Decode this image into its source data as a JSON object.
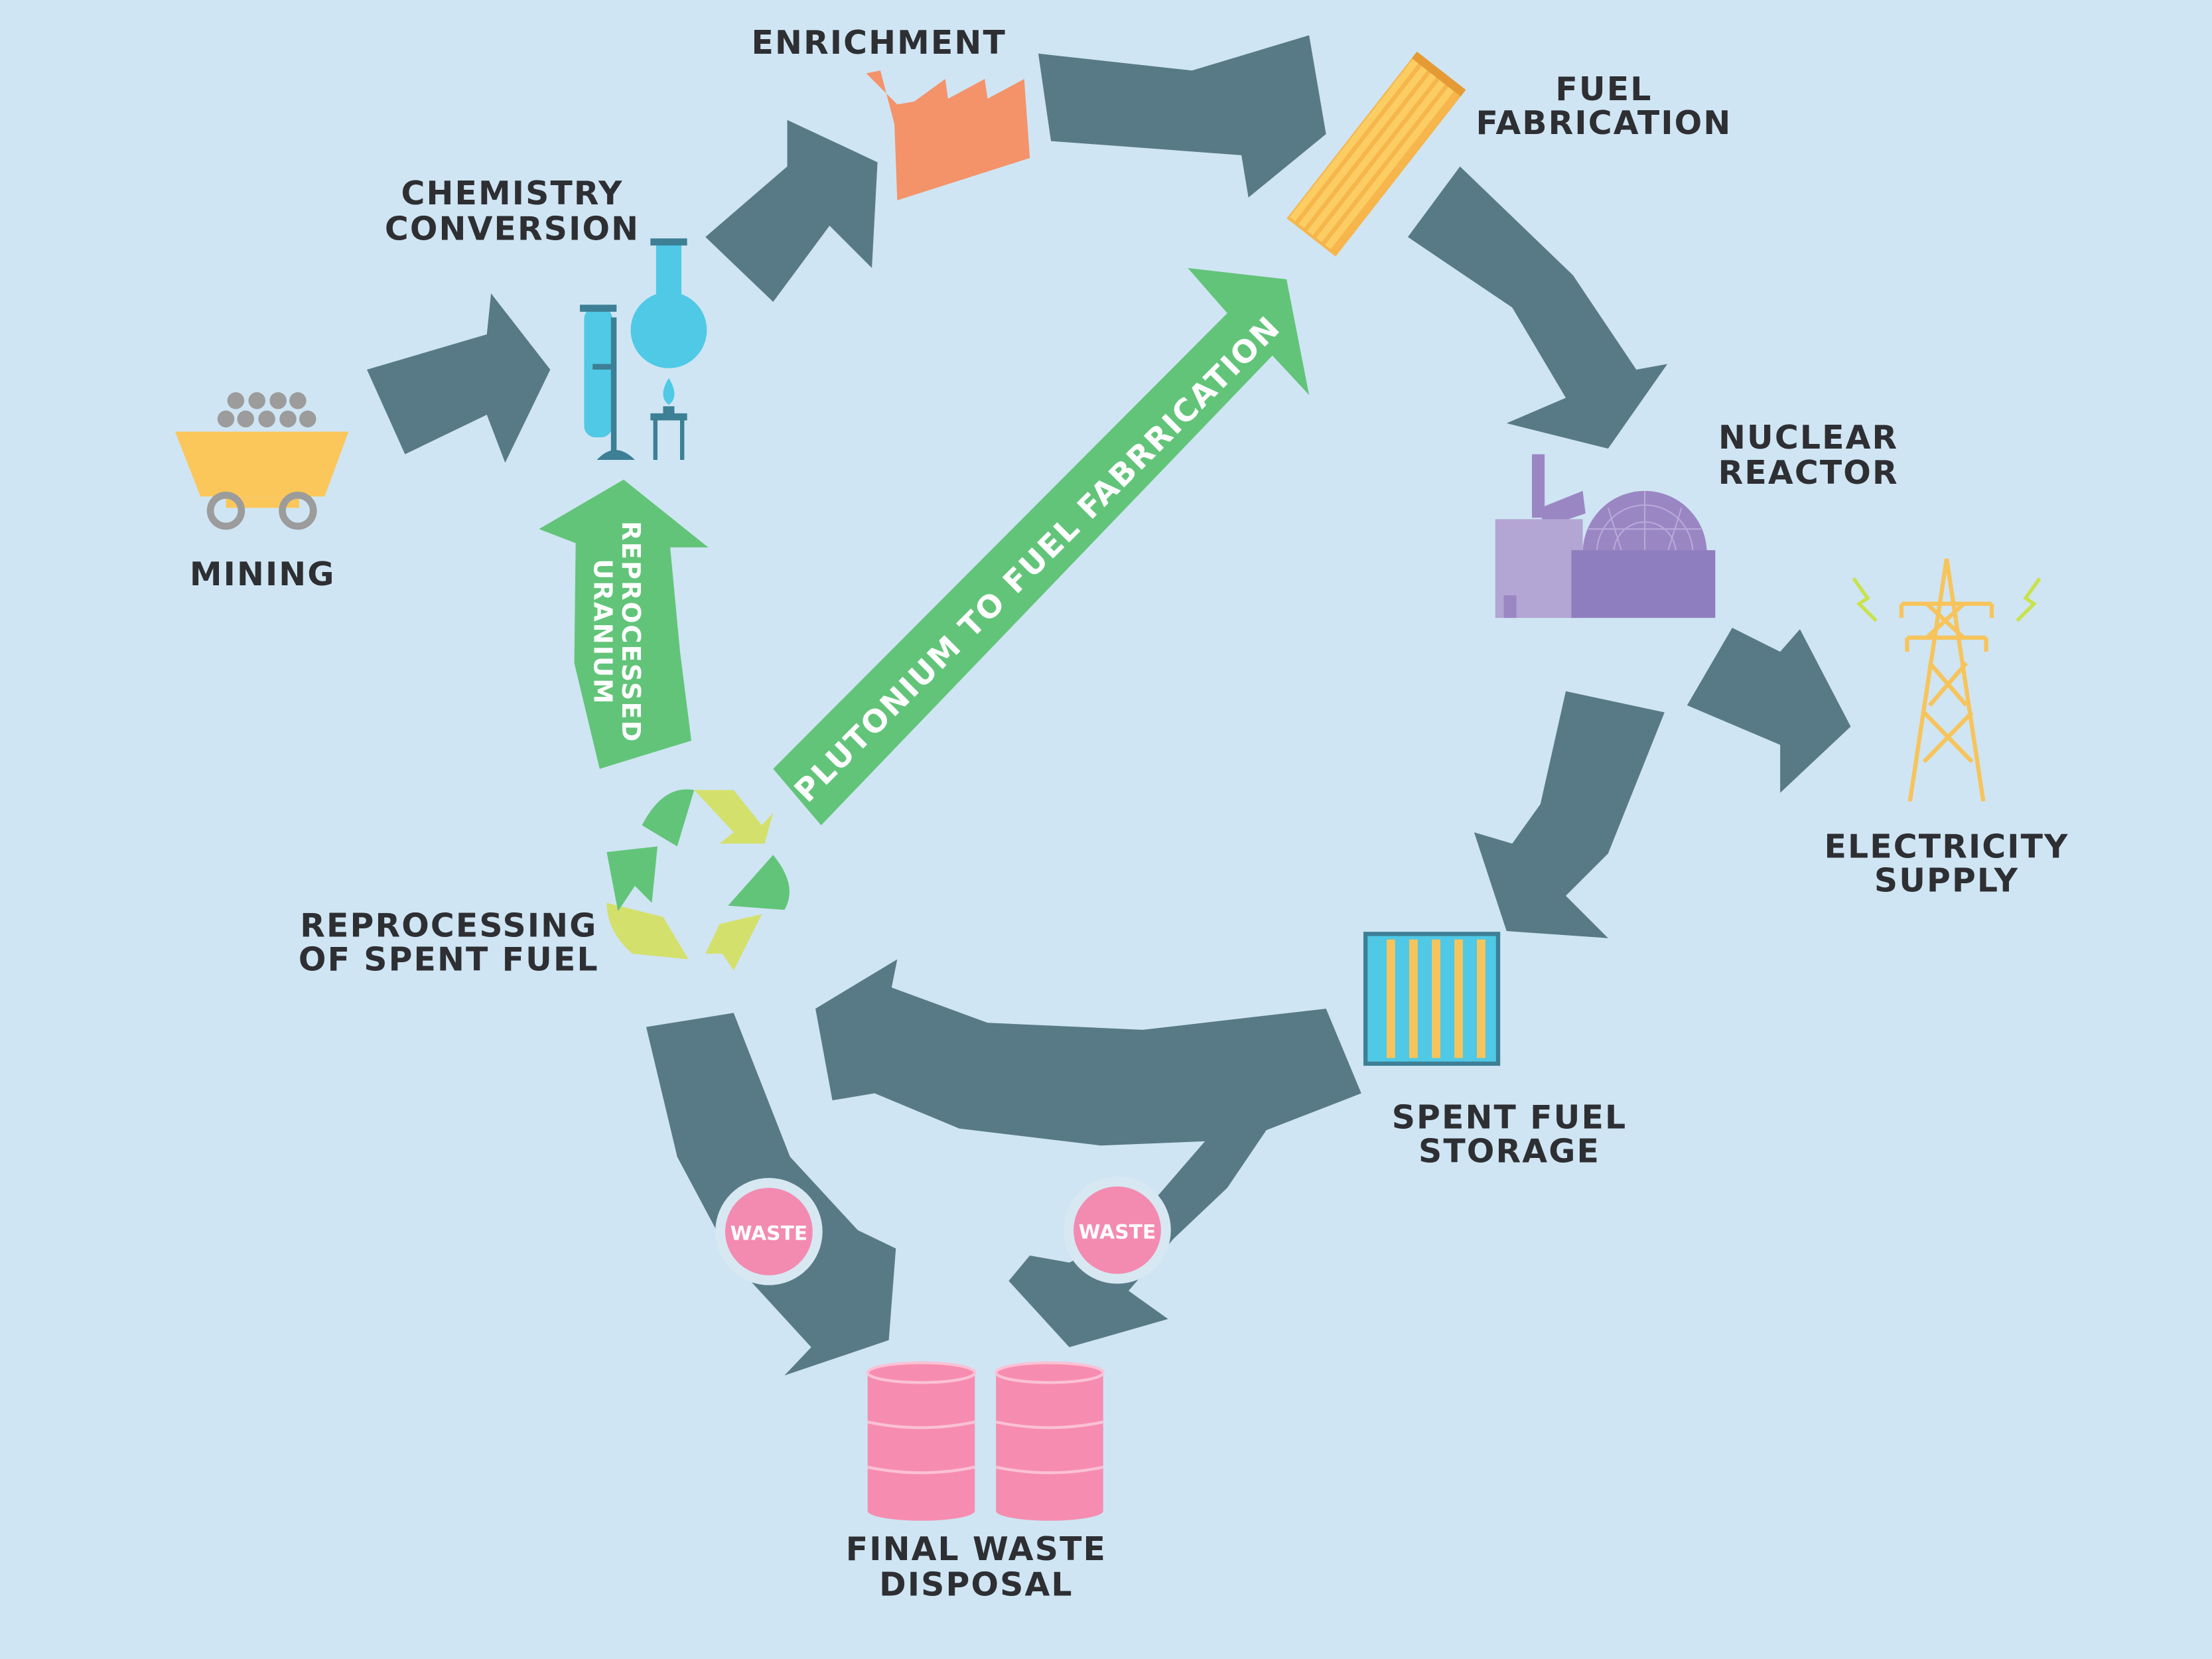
{
  "colors": {
    "background": "#cfe5f3",
    "cycle_arrow": "#587a86",
    "recycle_arrow": "#62c479",
    "waste": "#f38bb0",
    "label": "#2e2f33"
  },
  "stages": {
    "mining": {
      "line1": "MINING",
      "icon": "mine-cart-icon"
    },
    "conversion": {
      "line1": "CHEMISTRY",
      "line2": "CONVERSION",
      "icon": "lab-flask-icon"
    },
    "enrichment": {
      "line1": "ENRICHMENT",
      "icon": "factory-icon"
    },
    "fabrication": {
      "line1": "FUEL",
      "line2": "FABRICATION",
      "icon": "fuel-rods-icon"
    },
    "reactor": {
      "line1": "NUCLEAR",
      "line2": "REACTOR",
      "icon": "nuclear-plant-icon"
    },
    "electricity": {
      "line1": "ELECTRICITY",
      "line2": "SUPPLY",
      "icon": "power-pylon-icon"
    },
    "storage": {
      "line1": "SPENT FUEL",
      "line2": "STORAGE",
      "icon": "storage-pool-icon"
    },
    "reprocessing": {
      "line1": "REPROCESSING",
      "line2": "OF SPENT FUEL",
      "icon": "recycle-icon"
    },
    "disposal": {
      "line1": "FINAL WASTE",
      "line2": "DISPOSAL",
      "icon": "waste-barrels-icon"
    }
  },
  "paths": {
    "reprocessed_uranium": {
      "line1": "REPROCESSED",
      "line2": "URANIUM"
    },
    "plutonium": "PLUTONIUM TO FUEL FABRRICATION",
    "waste_badge": "WASTE"
  }
}
